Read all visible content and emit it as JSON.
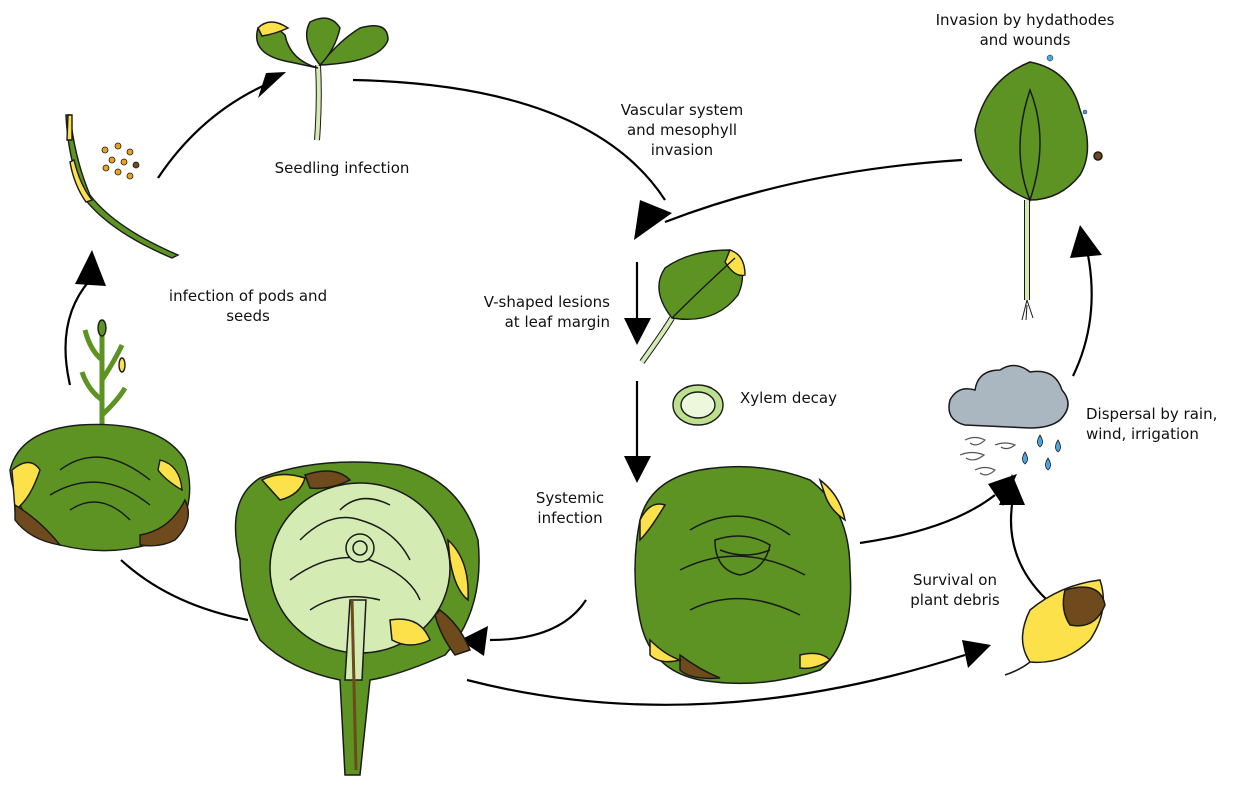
{
  "diagram": {
    "stages": [
      {
        "id": "seedling",
        "label_lines": [
          "Seedling infection"
        ],
        "icon": "seedling-icon"
      },
      {
        "id": "vascular",
        "label_lines": [
          "Vascular system",
          "and mesophyll",
          "invasion"
        ],
        "icon": ""
      },
      {
        "id": "invasion",
        "label_lines": [
          "Invasion by hydathodes",
          "and wounds"
        ],
        "icon": "young-plant-icon"
      },
      {
        "id": "vshaped",
        "label_lines": [
          "V-shaped lesions",
          "at leaf margin"
        ],
        "icon": "lesion-leaf-icon"
      },
      {
        "id": "xylem",
        "label_lines": [
          "Xylem decay"
        ],
        "icon": "xylem-cross-section-icon"
      },
      {
        "id": "systemic",
        "label_lines": [
          "Systemic",
          "infection"
        ],
        "icon": "infected-cabbage-head-icon"
      },
      {
        "id": "dispersal",
        "label_lines": [
          "Dispersal by rain,",
          "wind, irrigation"
        ],
        "icon": "rain-cloud-icon"
      },
      {
        "id": "survival",
        "label_lines": [
          "Survival on",
          "plant debris"
        ],
        "icon": "debris-leaf-icon"
      },
      {
        "id": "pods",
        "label_lines": [
          "infection of pods and",
          "seeds"
        ],
        "icon": "seed-pod-icon"
      }
    ],
    "other_icons": [
      "flowering-cabbage-icon",
      "cabbage-section-icon"
    ],
    "colors": {
      "dark_green": "#5c9322",
      "light_green": "#d4ecb4",
      "yellow": "#fde14a",
      "brown": "#6e4a1c",
      "cloud": "#aab6c0",
      "rain": "#4aa6e0",
      "outline": "#1a1a1a"
    }
  }
}
